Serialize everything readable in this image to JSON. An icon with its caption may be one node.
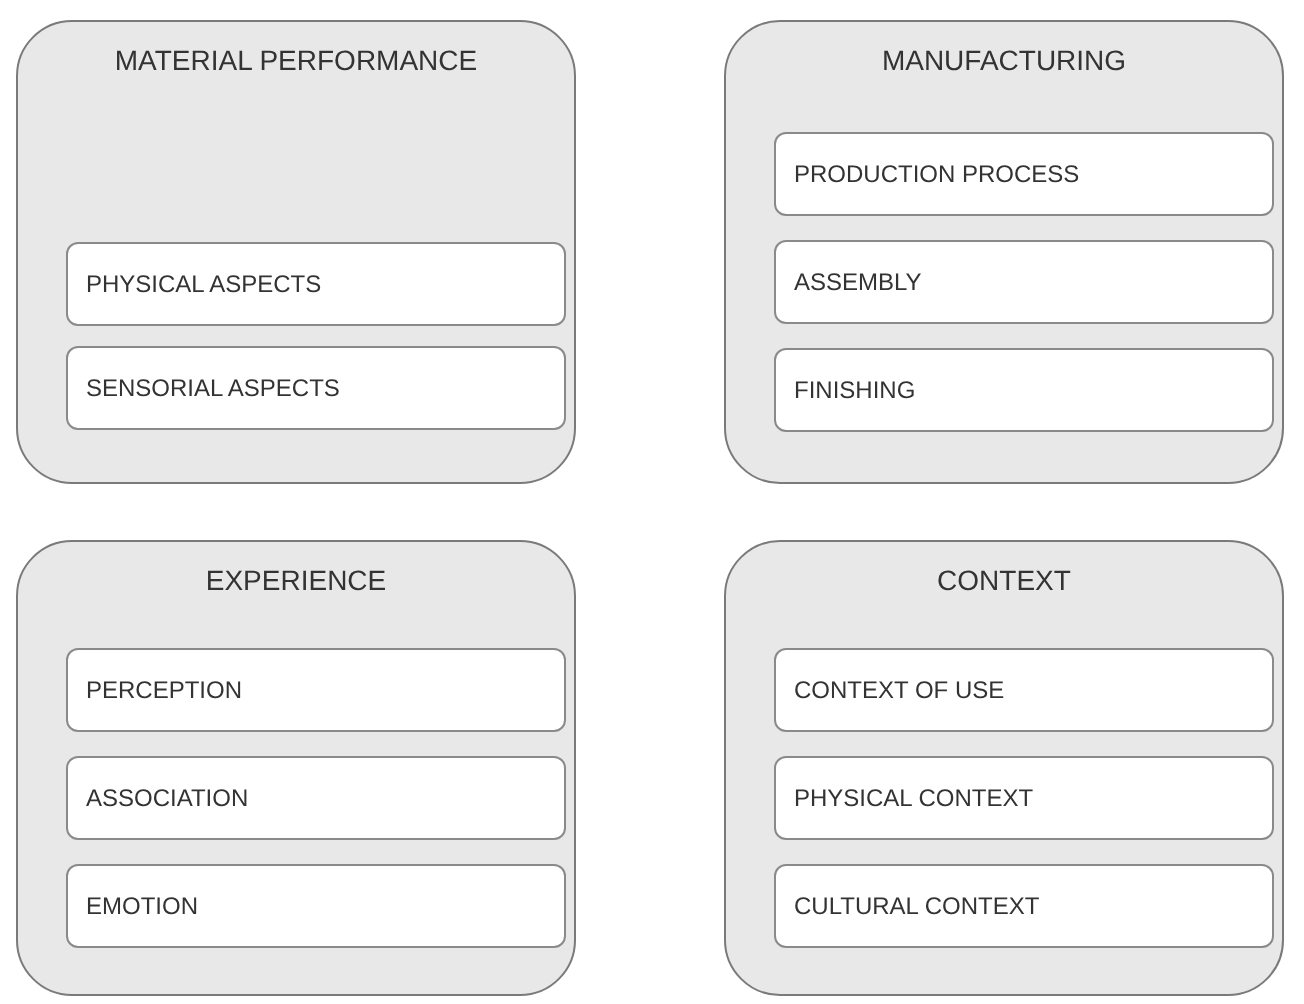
{
  "diagram": {
    "nodes": [
      {
        "text": [
          "MATERIAL PERFORMANCE"
        ]
      },
      {
        "text": [
          "PHYSICAL ASPECTS"
        ],
        "in": 0
      },
      {
        "text": [
          "SENSORIAL ASPECTS"
        ],
        "in": 0
      },
      {
        "text": [
          "MANUFACTURING"
        ]
      },
      {
        "text": [
          "PRODUCTION PROCESS"
        ],
        "in": 3
      },
      {
        "text": [
          "ASSEMBLY"
        ],
        "in": 3
      },
      {
        "text": [
          "FINISHING"
        ],
        "in": 3
      },
      {
        "text": [
          "EXPERIENCE"
        ]
      },
      {
        "text": [
          "PERCEPTION"
        ],
        "in": 7
      },
      {
        "text": [
          "ASSOCIATION"
        ],
        "in": 7
      },
      {
        "text": [
          "EMOTION"
        ],
        "in": 7
      },
      {
        "text": [
          "CONTEXT"
        ]
      },
      {
        "text": [
          "CONTEXT OF USE"
        ],
        "in": 11
      },
      {
        "text": [
          "PHYSICAL CONTEXT"
        ],
        "in": 11
      },
      {
        "text": [
          "CULTURAL CONTEXT"
        ],
        "in": 11
      }
    ]
  }
}
